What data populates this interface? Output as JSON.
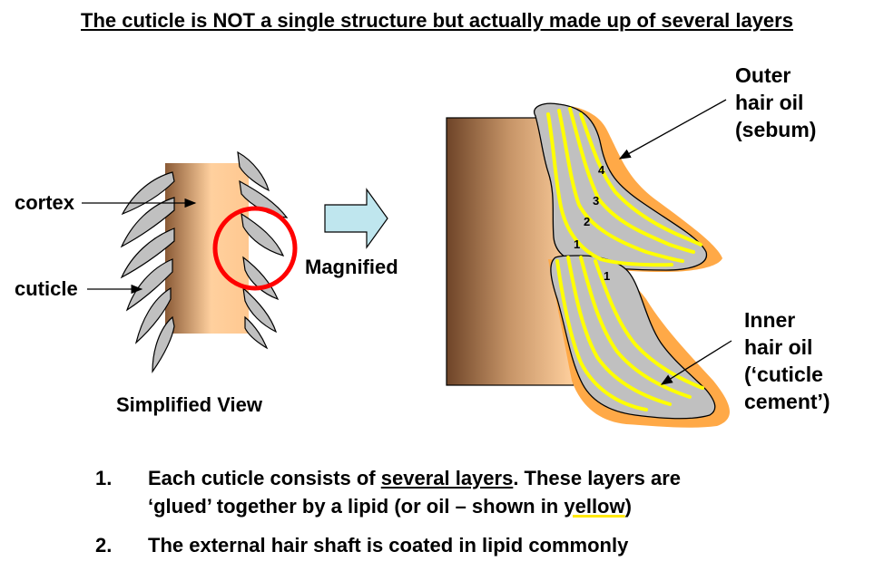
{
  "title": "The cuticle is NOT a single structure but actually made up of several layers",
  "labels": {
    "cortex": "cortex",
    "cuticle": "cuticle",
    "simplified_view": "Simplified View",
    "magnified": "Magnified",
    "outer_oil_1": "Outer",
    "outer_oil_2": "hair oil",
    "outer_oil_3": "(sebum)",
    "inner_oil_1": "Inner",
    "inner_oil_2": "hair oil",
    "inner_oil_3": "(‘cuticle",
    "inner_oil_4": "cement’)"
  },
  "layer_numbers": {
    "n1": "1",
    "n2": "2",
    "n3": "3",
    "n4": "4",
    "n1b": "1"
  },
  "list": {
    "item1": {
      "number": "1.",
      "part1": "Each cuticle consists of ",
      "part2": "several layers",
      "part3": ". These layers are ‘glued’ together by a lipid (or oil – shown in ",
      "part4": "yellow",
      "part5": ")"
    },
    "item2": {
      "number": "2.",
      "text": "The external hair shaft is coated in lipid commonly"
    }
  },
  "colors": {
    "cortex_light": "#ffd09e",
    "cortex_dark": "#8a5a36",
    "scale_gray": "#c0c0c0",
    "lipid_yellow": "#ffff00",
    "sebum_orange": "#ffa947",
    "highlight_circle": "#ff0000",
    "arrow_fill": "#bfe6ee"
  }
}
